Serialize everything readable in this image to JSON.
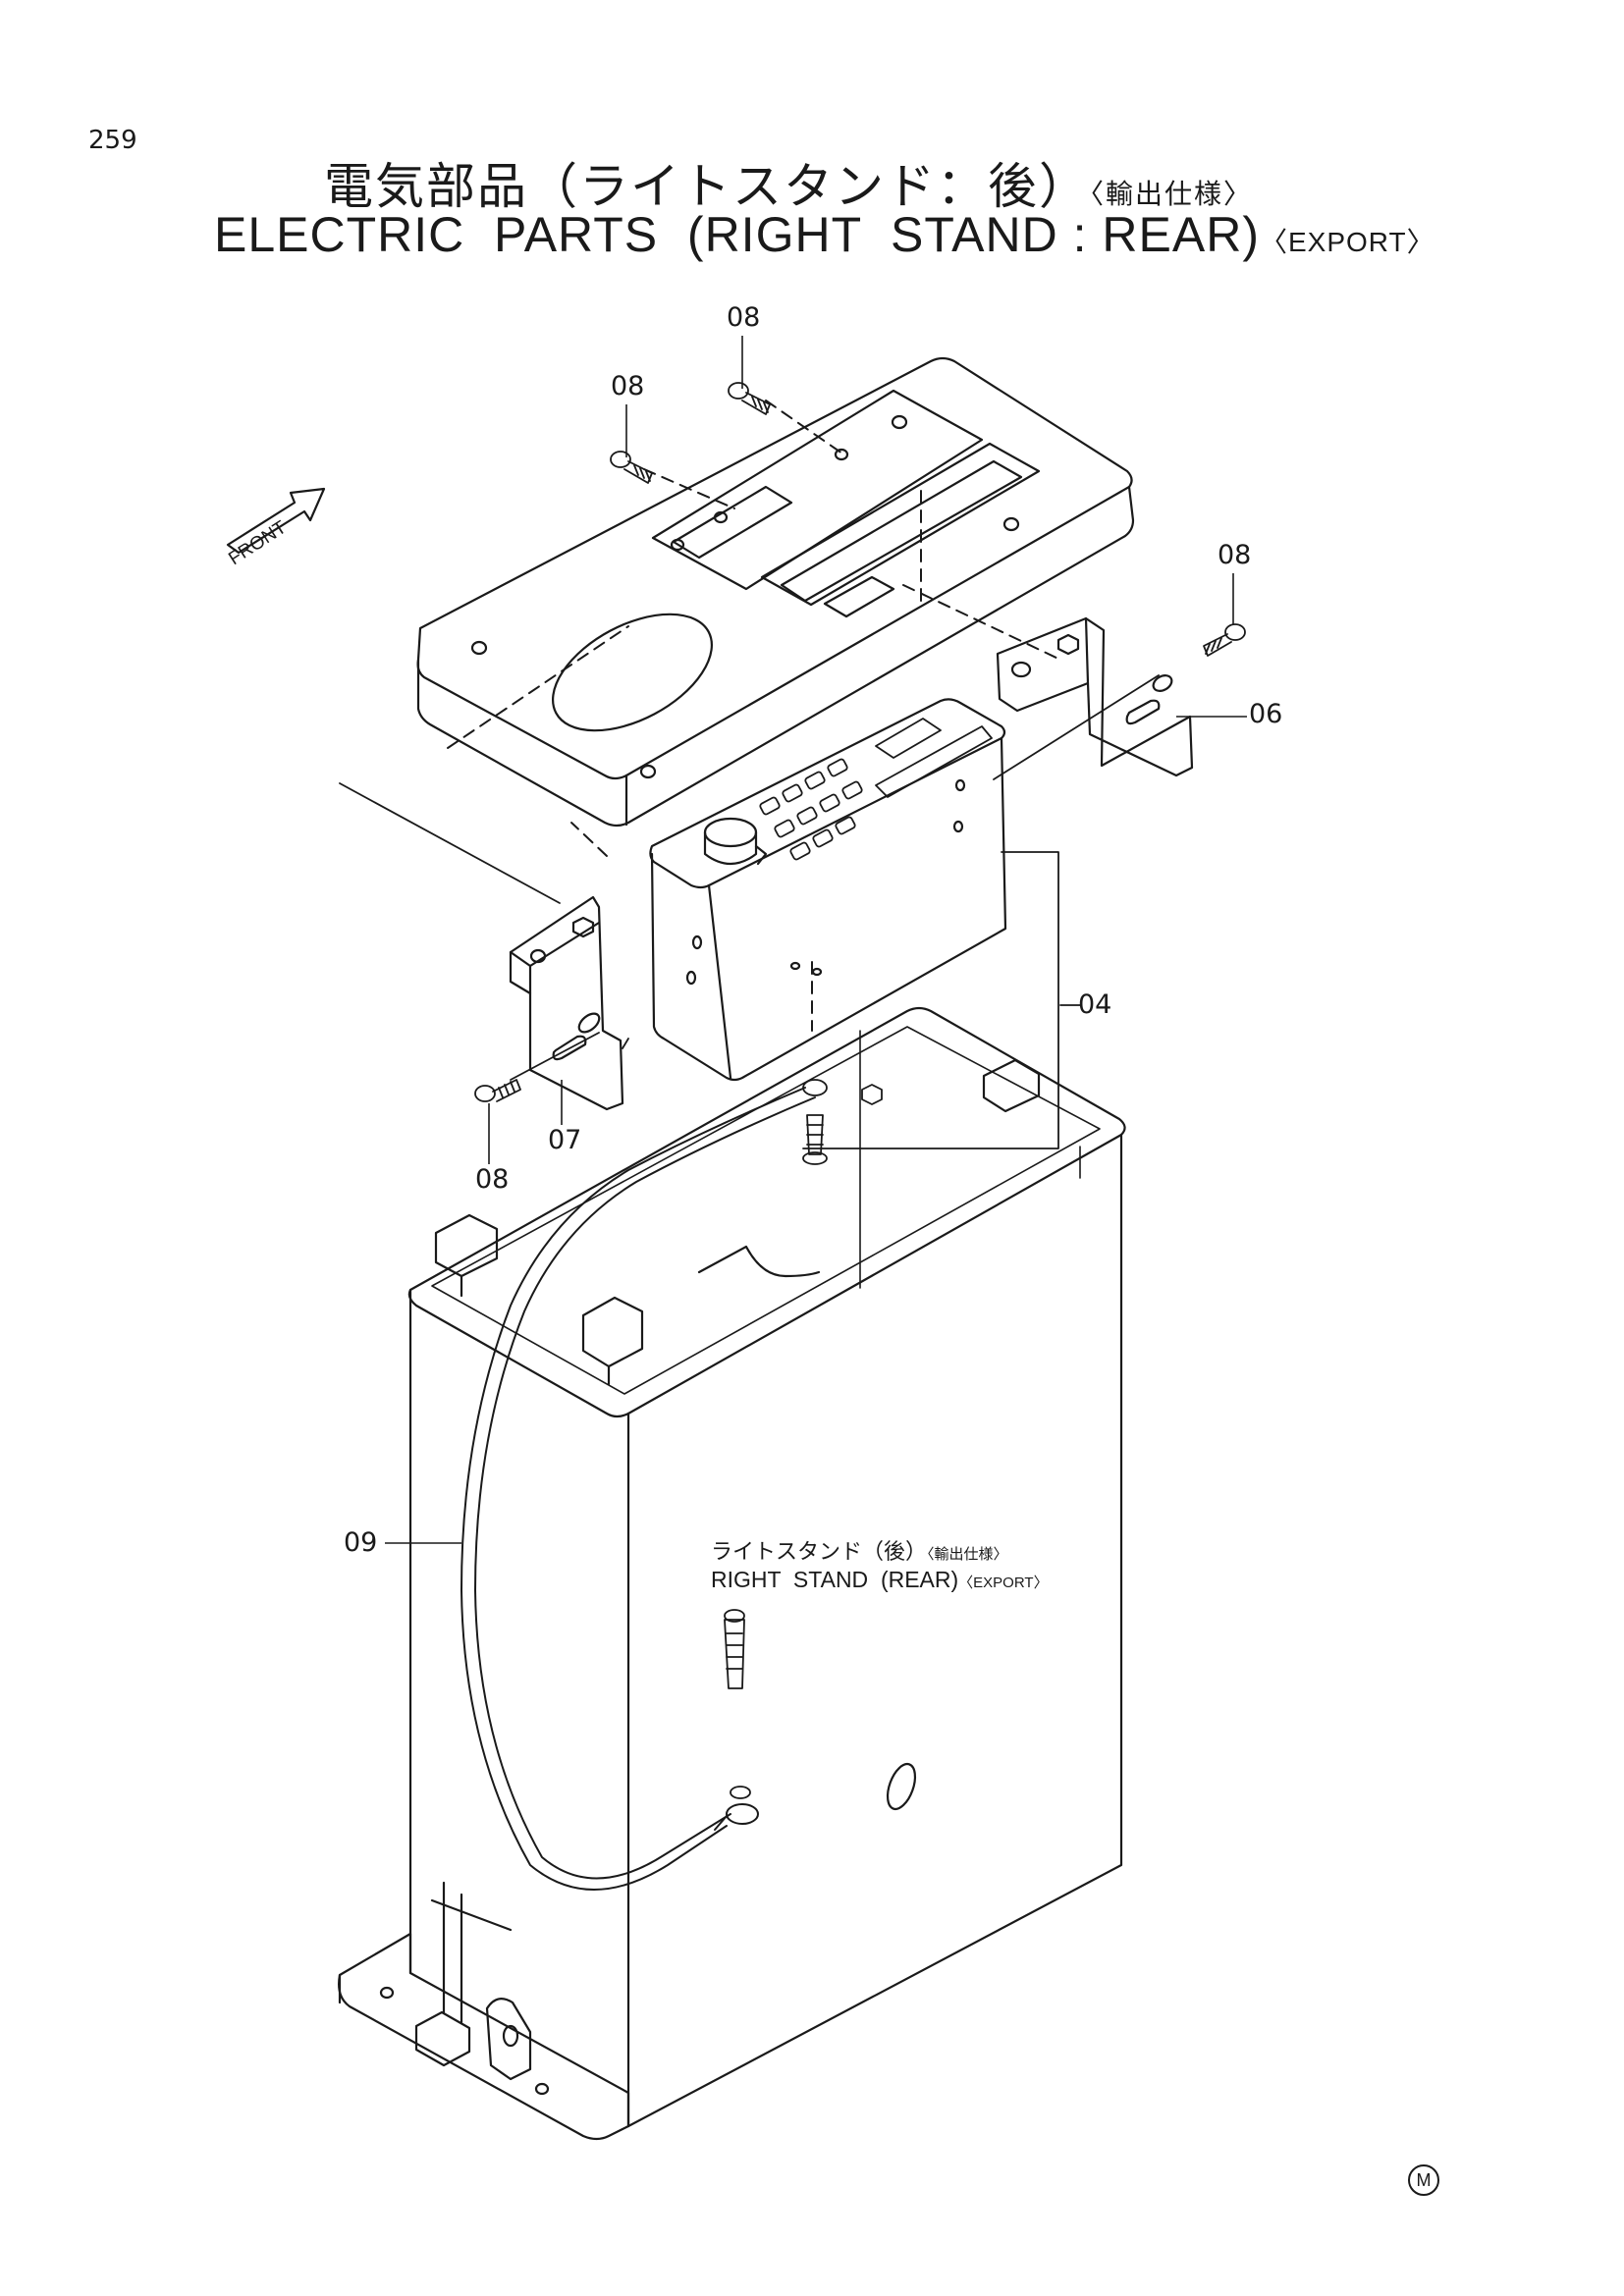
{
  "page": {
    "number": "259"
  },
  "title": {
    "jp_main": "電気部品（ライトスタンド：後）",
    "jp_suffix": "〈輸出仕様〉",
    "en_main": "ELECTRIC  PARTS  (RIGHT  STAND : REAR)",
    "en_suffix": "〈EXPORT〉"
  },
  "front_indicator": {
    "label": "FRONT",
    "icon": "arrow-icon"
  },
  "callouts": {
    "c04": "04",
    "c06": "06",
    "c07": "07",
    "c08": "08",
    "c09": "09"
  },
  "stand_label": {
    "jp": "ライトスタンド（後）",
    "jp_suffix": "〈輸出仕様〉",
    "en": "RIGHT  STAND  (REAR)",
    "en_suffix": "〈EXPORT〉"
  },
  "mark": {
    "symbol": "M"
  },
  "colors": {
    "line": "#1a1a1a",
    "background": "#ffffff"
  }
}
